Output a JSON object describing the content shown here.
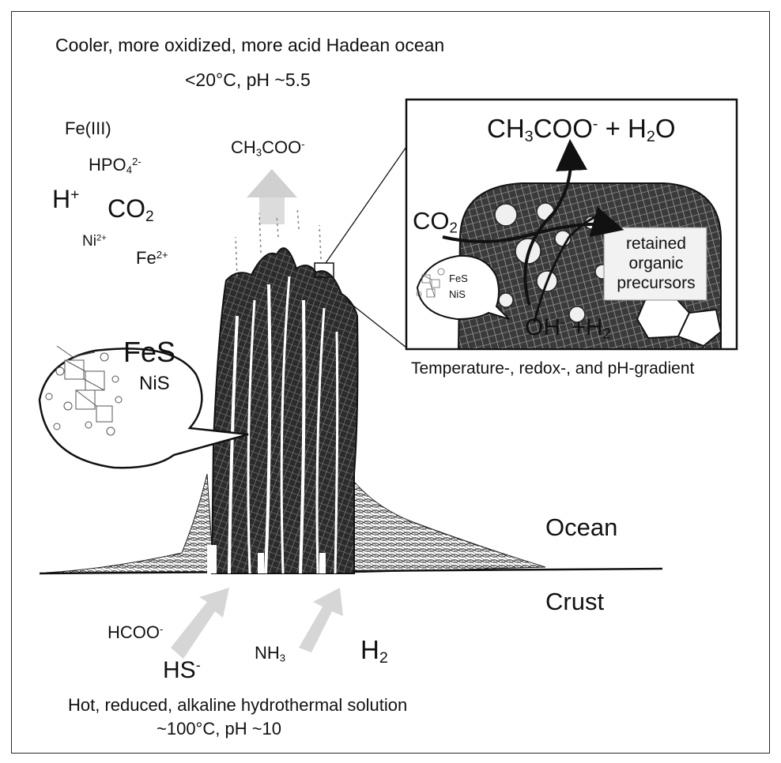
{
  "ocean_condition": {
    "line1": "Cooler, more oxidized, more acid Hadean ocean",
    "line2": "<20°C, pH ~5.5"
  },
  "ocean_species": {
    "fe3": "Fe(III)",
    "hpo4_base": "HPO",
    "hpo4_sub": "4",
    "hpo4_sup": "2-",
    "h_base": "H",
    "h_sup": "+",
    "co2_base": "CO",
    "co2_sub": "2",
    "ni_base": "Ni",
    "ni_sup": "2+",
    "fe2_base": "Fe",
    "fe2_sup": "2+"
  },
  "product": {
    "base1": "CH",
    "sub": "3",
    "base2": "COO",
    "sup": "-"
  },
  "inset": {
    "product_base1": "CH",
    "product_sub1": "3",
    "product_base2": "COO",
    "product_sup": "-",
    "product_plus": " + H",
    "product_sub2": "2",
    "product_base3": "O",
    "co2_base": "CO",
    "co2_sub": "2",
    "retained": "retained organic precursors",
    "retained_line1": "retained",
    "retained_line2": "organic",
    "retained_line3": "precursors",
    "fes": "FeS",
    "nis": "NiS",
    "oh_base": "OH",
    "oh_sup": "-",
    "h2_base": " +H",
    "h2_sub": "2",
    "caption": "Temperature-, redox-, and pH-gradient"
  },
  "bubble": {
    "fes": "FeS",
    "nis": "NiS"
  },
  "layers": {
    "ocean": "Ocean",
    "crust": "Crust"
  },
  "vent_species": {
    "hcoo_base": "HCOO",
    "hcoo_sup": "-",
    "hs_base": "HS",
    "hs_sup": "-",
    "nh3_base": "NH",
    "nh3_sub": "3",
    "h2_base": "H",
    "h2_sub": "2"
  },
  "vent_condition": {
    "line1": "Hot, reduced, alkaline hydrothermal solution",
    "line2": "~100°C, pH ~10"
  },
  "colors": {
    "ink": "#111111",
    "arrow_gray": "#d0d0d0",
    "chimney": "#1a1a1a",
    "background": "#ffffff"
  }
}
